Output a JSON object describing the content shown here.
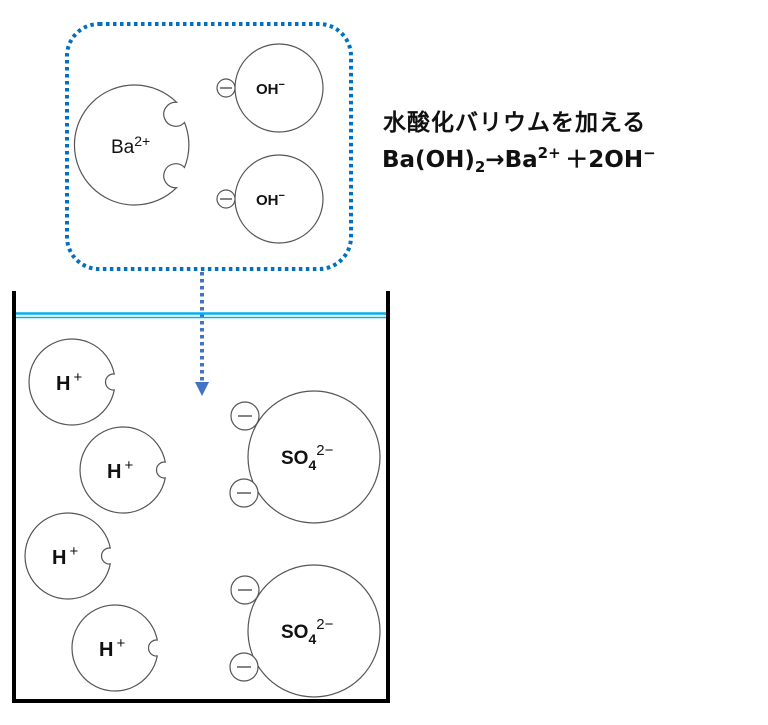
{
  "caption": {
    "action": "水酸化バリウムを加える",
    "equation": {
      "reactant": "Ba(OH)",
      "reactant_subscript": "2",
      "arrow": "→",
      "product1": "Ba",
      "product1_charge": "2+",
      "plus": "＋",
      "product2": "2OH",
      "product2_charge": "−"
    }
  },
  "added_group": {
    "label": "added barium hydroxide",
    "border_color": "#0070C0",
    "ions": [
      {
        "symbol": "Ba",
        "charge": "2+",
        "type": "cation",
        "sites": 2
      },
      {
        "symbol": "OH",
        "charge": "−",
        "type": "anion",
        "sites": 1
      },
      {
        "symbol": "OH",
        "charge": "−",
        "type": "anion",
        "sites": 1
      }
    ]
  },
  "arrow": {
    "color": "#4472C4",
    "direction": "down"
  },
  "beaker": {
    "water_color": "#00B0F0",
    "cations": [
      {
        "symbol": "H",
        "charge": "+"
      },
      {
        "symbol": "H",
        "charge": "+"
      },
      {
        "symbol": "H",
        "charge": "+"
      },
      {
        "symbol": "H",
        "charge": "+"
      }
    ],
    "anions": [
      {
        "symbol": "SO",
        "subscript": "4",
        "charge": "2−"
      },
      {
        "symbol": "SO",
        "subscript": "4",
        "charge": "2−"
      }
    ]
  },
  "minus_sign": "−"
}
